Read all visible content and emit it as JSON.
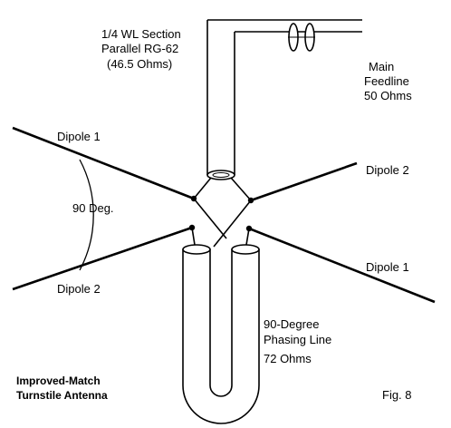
{
  "labels": {
    "section_line1": "1/4 WL Section",
    "section_line2": "Parallel  RG-62",
    "section_line3": "(46.5 Ohms)",
    "feed_line1": "Main",
    "feed_line2": "Feedline",
    "feed_line3": "50 Ohms",
    "dipole1_left": "Dipole 1",
    "dipole2_right": "Dipole 2",
    "dipole1_right": "Dipole 1",
    "dipole2_left": "Dipole 2",
    "angle": "90 Deg.",
    "phasing_line1": "90-Degree",
    "phasing_line2": "Phasing Line",
    "phasing_line3": "72 Ohms",
    "title_line1": "Improved-Match",
    "title_line2": "Turnstile Antenna",
    "figure": "Fig. 8"
  },
  "colors": {
    "ink": "#000000",
    "background": "#ffffff"
  }
}
